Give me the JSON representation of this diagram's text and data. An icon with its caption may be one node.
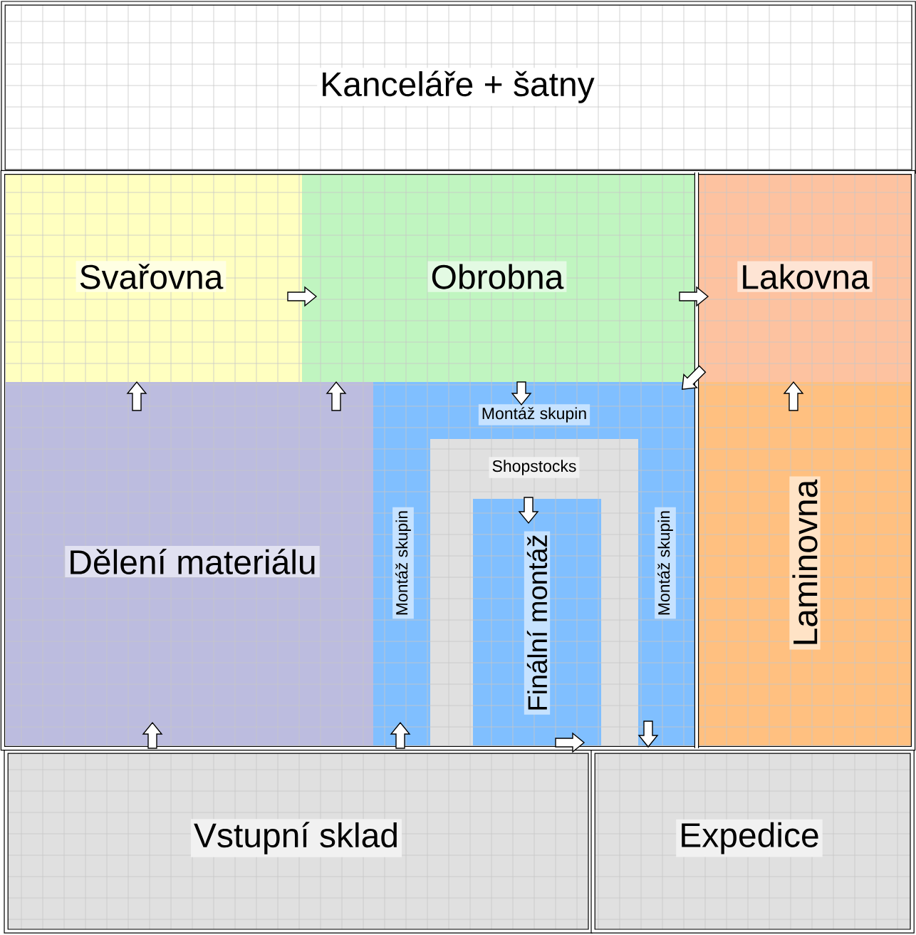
{
  "diagram": {
    "nodes": [
      {
        "text": [
          "Kanceláře + šatny"
        ]
      },
      {
        "text": [
          "Svařovna"
        ]
      },
      {
        "text": [
          "Obrobna"
        ]
      },
      {
        "text": [
          "Lakovna"
        ]
      },
      {
        "text": [
          "Dělení materiálu"
        ]
      },
      {
        "text": [
          "Montáž skupin",
          "Montáž skupin",
          "Montáž skupin"
        ]
      },
      {
        "text": [
          "Shopstocks"
        ],
        "in": 5
      },
      {
        "text": [
          "Finální montáž"
        ],
        "in": 6
      },
      {
        "text": [
          "Laminovna"
        ]
      },
      {
        "text": [
          "Vstupní sklad"
        ]
      },
      {
        "text": [
          "Expedice"
        ]
      }
    ],
    "edges": [
      {
        "from": 1,
        "to": 2,
        "arrow": "to"
      },
      {
        "from": 2,
        "to": 3,
        "arrow": "to"
      },
      {
        "from": 4,
        "to": 1,
        "arrow": "to"
      },
      {
        "from": 4,
        "to": 2,
        "arrow": "to"
      },
      {
        "from": 2,
        "to": 5,
        "arrow": "to"
      },
      {
        "from": 3,
        "to": 5,
        "arrow": "to"
      },
      {
        "from": 8,
        "to": 3,
        "arrow": "to"
      },
      {
        "from": 6,
        "to": 7,
        "arrow": "to"
      },
      {
        "from": 9,
        "to": 4,
        "arrow": "to"
      },
      {
        "from": 9,
        "to": 5,
        "arrow": "to"
      },
      {
        "from": 7,
        "to": 10,
        "arrow": "to"
      },
      {
        "from": 5,
        "to": 10,
        "arrow": "to"
      }
    ]
  }
}
